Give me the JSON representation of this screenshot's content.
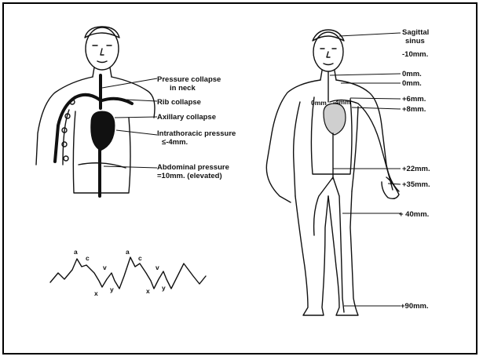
{
  "left_figure": {
    "labels": {
      "neck_collapse_1": "Pressure collapse",
      "neck_collapse_2": "in neck",
      "rib_collapse": "Rib collapse",
      "axillary_collapse": "Axillary collapse",
      "intrathoracic_1": "Intrathoracic pressure",
      "intrathoracic_2": "≤-4mm.",
      "abdominal_1": "Abdominal pressure",
      "abdominal_2": "=10mm. (elevated)"
    }
  },
  "waveform": {
    "wave_letters": [
      "a",
      "c",
      "v",
      "x",
      "y",
      "a",
      "c",
      "v",
      "x",
      "y"
    ]
  },
  "right_figure": {
    "labels": {
      "sagittal_1": "Sagittal",
      "sagittal_2": "sinus",
      "sagittal_3": "-10mm.",
      "p0a": "0mm.",
      "p0b": "0mm.",
      "p6": "+6mm.",
      "p8": "+8mm.",
      "inner_0": "0mm",
      "inner_neg4": "-4mm",
      "p22": "+22mm.",
      "p35": "+35mm.",
      "p40": "+ 40mm.",
      "p90": "+90mm."
    }
  },
  "colors": {
    "ink": "#111111",
    "background": "#ffffff",
    "frame": "#000000"
  }
}
